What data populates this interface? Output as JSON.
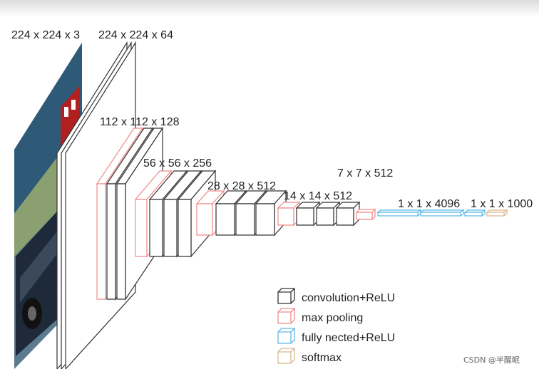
{
  "labels": {
    "input": "224 x 224 x 3",
    "conv1": "224 x 224 x 64",
    "conv2": "112 x 112 x 128",
    "conv3": "56 x 56 x 256",
    "conv4": "28 x 28 x 512",
    "conv5": "14 x 14 x 512",
    "pool5": "7 x 7 x 512",
    "fc": "1 x 1 x 4096",
    "out": "1 x 1 x 1000"
  },
  "legend": [
    {
      "label": "convolution+ReLU",
      "color": "#333333"
    },
    {
      "label": "max pooling",
      "color": "#f08a8a"
    },
    {
      "label": "fully nected+ReLU",
      "color": "#5bb8e8"
    },
    {
      "label": "softmax",
      "color": "#d9b98f"
    }
  ],
  "watermark": "CSDN @半醒眠",
  "colors": {
    "conv": "#333333",
    "pool": "#f08a8a",
    "fc": "#5bb8e8",
    "softmax": "#d9b98f"
  }
}
